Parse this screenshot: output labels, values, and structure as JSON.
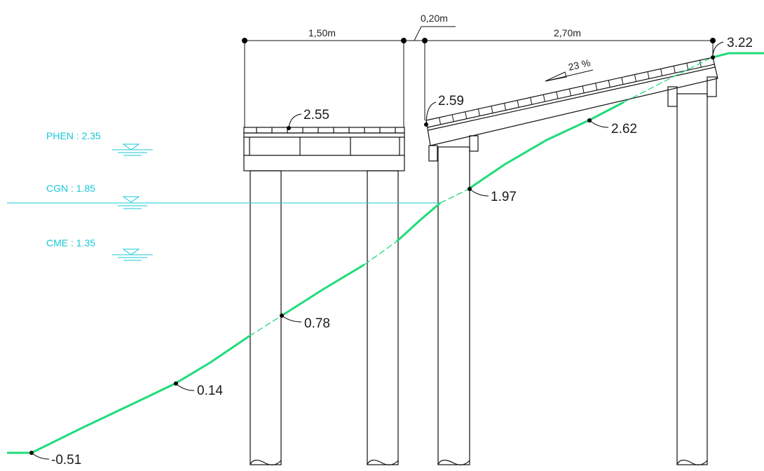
{
  "colors": {
    "ground": "#1fdc7a",
    "water": "#19c8d8",
    "structure": "#111111"
  },
  "dimensions": {
    "width_left": "1,50m",
    "gap": "0,20m",
    "width_right": "2,70m",
    "slope": "23 %"
  },
  "water_levels": [
    {
      "label": "PHEN : 2.35"
    },
    {
      "label": "CGN : 1.85"
    },
    {
      "label": "CME : 1.35"
    }
  ],
  "elevations": {
    "deck_left": "2.55",
    "deck_right_low": "2.59",
    "deck_right_high": "3.22",
    "ground_1": "-0.51",
    "ground_2": "0.14",
    "ground_3": "0.78",
    "ground_4": "1.97",
    "ground_5": "2.62"
  }
}
